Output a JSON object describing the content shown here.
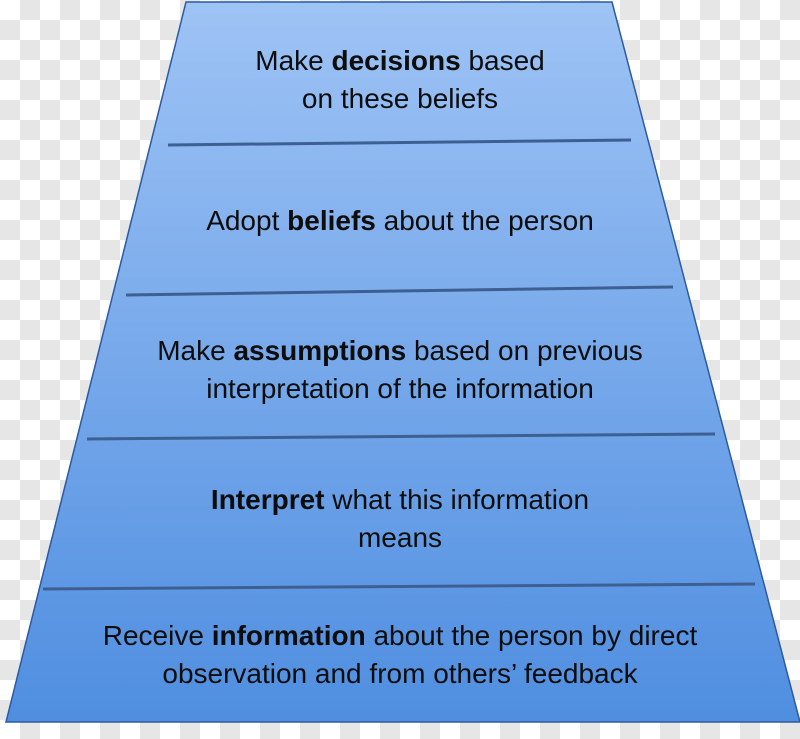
{
  "diagram": {
    "colors": {
      "top": "#9ec3f5",
      "bottom": "#4f8ee0",
      "edge": "#2c5aa0",
      "divider": "#3d5f92"
    },
    "levels": [
      {
        "lines": [
          [
            "Make ",
            "decisions",
            " based"
          ],
          [
            "on these beliefs",
            "",
            ""
          ]
        ]
      },
      {
        "lines": [
          [
            "Adopt ",
            "beliefs",
            " about the person"
          ]
        ]
      },
      {
        "lines": [
          [
            "Make ",
            "assumptions",
            " based on previous"
          ],
          [
            "interpretation of the information",
            "",
            ""
          ]
        ]
      },
      {
        "lines": [
          [
            "",
            "Interpret",
            " what this information"
          ],
          [
            "means",
            "",
            ""
          ]
        ]
      },
      {
        "lines": [
          [
            "Receive ",
            "information",
            " about the person by direct"
          ],
          [
            "observation and from others’ feedback",
            "",
            ""
          ]
        ]
      }
    ]
  }
}
